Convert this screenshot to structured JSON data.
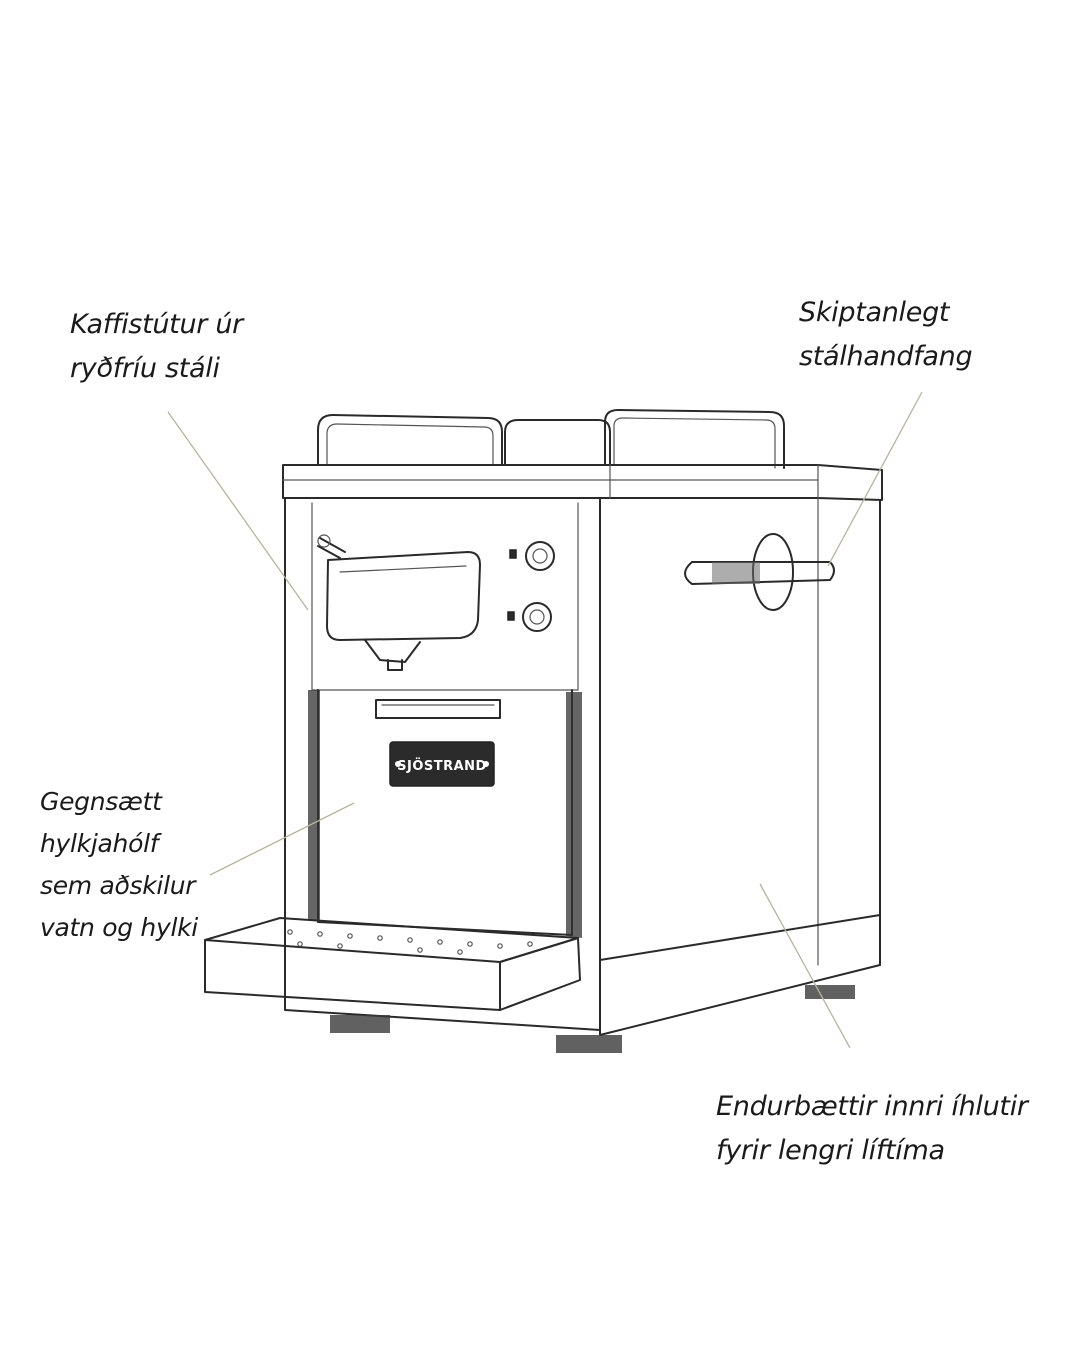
{
  "callouts": {
    "spout": {
      "lines": [
        "Kaffistútur úr",
        "ryðfríu stáli"
      ]
    },
    "handle": {
      "lines": [
        "Skiptanlegt",
        "stálhandfang"
      ]
    },
    "capsule": {
      "lines": [
        "Gegnsætt",
        "hylkjahólf",
        "sem aðskilur",
        "vatn og hylki"
      ]
    },
    "internal": {
      "lines": [
        "Endurbættir innri íhlutir",
        "fyrir lengri líftíma"
      ]
    }
  },
  "machine": {
    "brand_plate": "SJÖSTRAND"
  },
  "colors": {
    "ink": "#2a2a2a",
    "leader": "#b7b49c",
    "background": "#ffffff"
  }
}
